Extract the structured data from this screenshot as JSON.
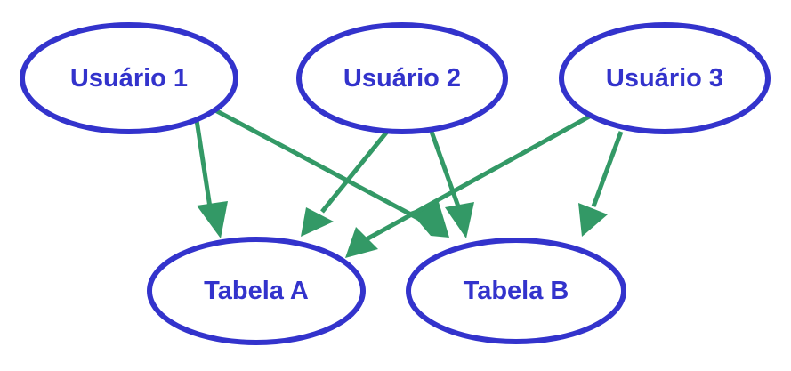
{
  "nodes": [
    {
      "id": "usuario-1",
      "label": "Usuário 1"
    },
    {
      "id": "usuario-2",
      "label": "Usuário 2"
    },
    {
      "id": "usuario-3",
      "label": "Usuário 3"
    },
    {
      "id": "tabela-a",
      "label": "Tabela A"
    },
    {
      "id": "tabela-b",
      "label": "Tabela B"
    }
  ],
  "edges": [
    {
      "from": "usuario-1",
      "to": "tabela-a"
    },
    {
      "from": "usuario-1",
      "to": "tabela-b"
    },
    {
      "from": "usuario-2",
      "to": "tabela-a"
    },
    {
      "from": "usuario-2",
      "to": "tabela-b"
    },
    {
      "from": "usuario-3",
      "to": "tabela-a"
    },
    {
      "from": "usuario-3",
      "to": "tabela-b"
    }
  ],
  "colors": {
    "node_stroke": "#3333cc",
    "node_text": "#3333cc",
    "edge": "#339966"
  }
}
